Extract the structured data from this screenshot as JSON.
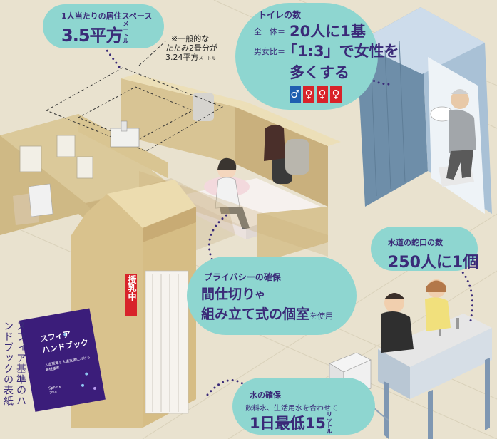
{
  "space": {
    "title": "1人当たりの居住スペース",
    "value": "3.5平方",
    "unit": "メートル",
    "note_line1": "※一般的な",
    "note_line2": "たたみ2畳分が",
    "note_line3": "3.24平方",
    "note_unit": "メートル"
  },
  "toilet": {
    "title": "トイレの数",
    "row1_label": "全　体＝",
    "row1_value": "20人に1基",
    "row2_label": "男女比＝",
    "row2_value": "「1:3」で女性を",
    "row3_value": "多くする",
    "icons": [
      "male-icon",
      "female-icon",
      "female-icon",
      "female-icon"
    ]
  },
  "privacy": {
    "title": "プライバシーの確保",
    "line1_main": "間仕切り",
    "line1_suffix": "や",
    "line2_main": "組み立て式の個室",
    "line2_suffix": "を使用"
  },
  "booth_sign": "授乳中",
  "faucet": {
    "title": "水道の蛇口の数",
    "value": "250人に1個"
  },
  "water": {
    "title": "水の確保",
    "subtitle": "飲料水、生活用水を合わせて",
    "value": "1日最低15",
    "unit": "リットル"
  },
  "handbook": {
    "caption": "スフィア基準のハンドブックの表紙",
    "cover_title_line1": "スフィア",
    "cover_title_line2": "ハンドブック",
    "cover_subtitle_line1": "人道憲章と人道支援における",
    "cover_subtitle_line2": "最低基準",
    "cover_logo": "Sphere",
    "cover_year": "2018"
  },
  "colors": {
    "bubble": "#8ed6d0",
    "text": "#3a2a78",
    "male": "#1f5fb0",
    "female": "#d8232a",
    "book": "#3b1d7a",
    "wall": "#d8c494"
  }
}
